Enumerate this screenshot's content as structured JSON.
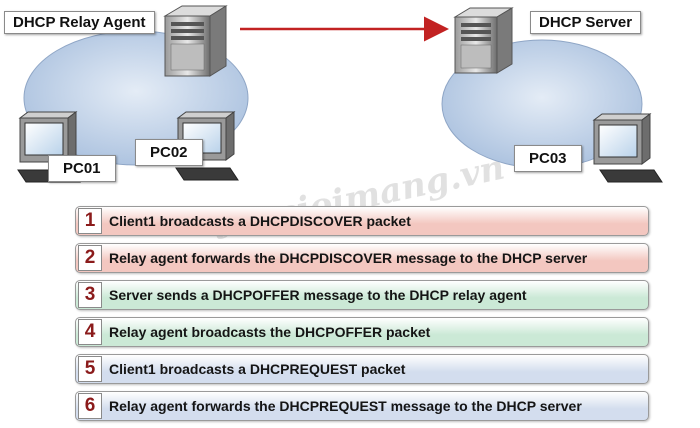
{
  "nodes": {
    "relay_agent": "DHCP Relay Agent",
    "server": "DHCP Server",
    "pc01": "PC01",
    "pc02": "PC02",
    "pc03": "PC03"
  },
  "watermark": "thegioimang.vn",
  "steps": [
    {
      "num": "1",
      "text": "Client1 broadcasts a DHCPDISCOVER packet",
      "color": "#f3c7c0"
    },
    {
      "num": "2",
      "text": "Relay agent forwards the DHCPDISCOVER message to the DHCP server",
      "color": "#f3c7c0"
    },
    {
      "num": "3",
      "text": "Server sends a DHCPOFFER message to the DHCP relay agent",
      "color": "#cbe9d6"
    },
    {
      "num": "4",
      "text": "Relay agent broadcasts the DHCPOFFER packet",
      "color": "#cbe9d6"
    },
    {
      "num": "5",
      "text": "Client1 broadcasts a DHCPREQUEST packet",
      "color": "#d3ddee"
    },
    {
      "num": "6",
      "text": "Relay agent forwards the DHCPREQUEST message to the DHCP server",
      "color": "#d3ddee"
    }
  ],
  "colors": {
    "network_fill": "#c6d6ea",
    "arrow": "#c22222"
  }
}
